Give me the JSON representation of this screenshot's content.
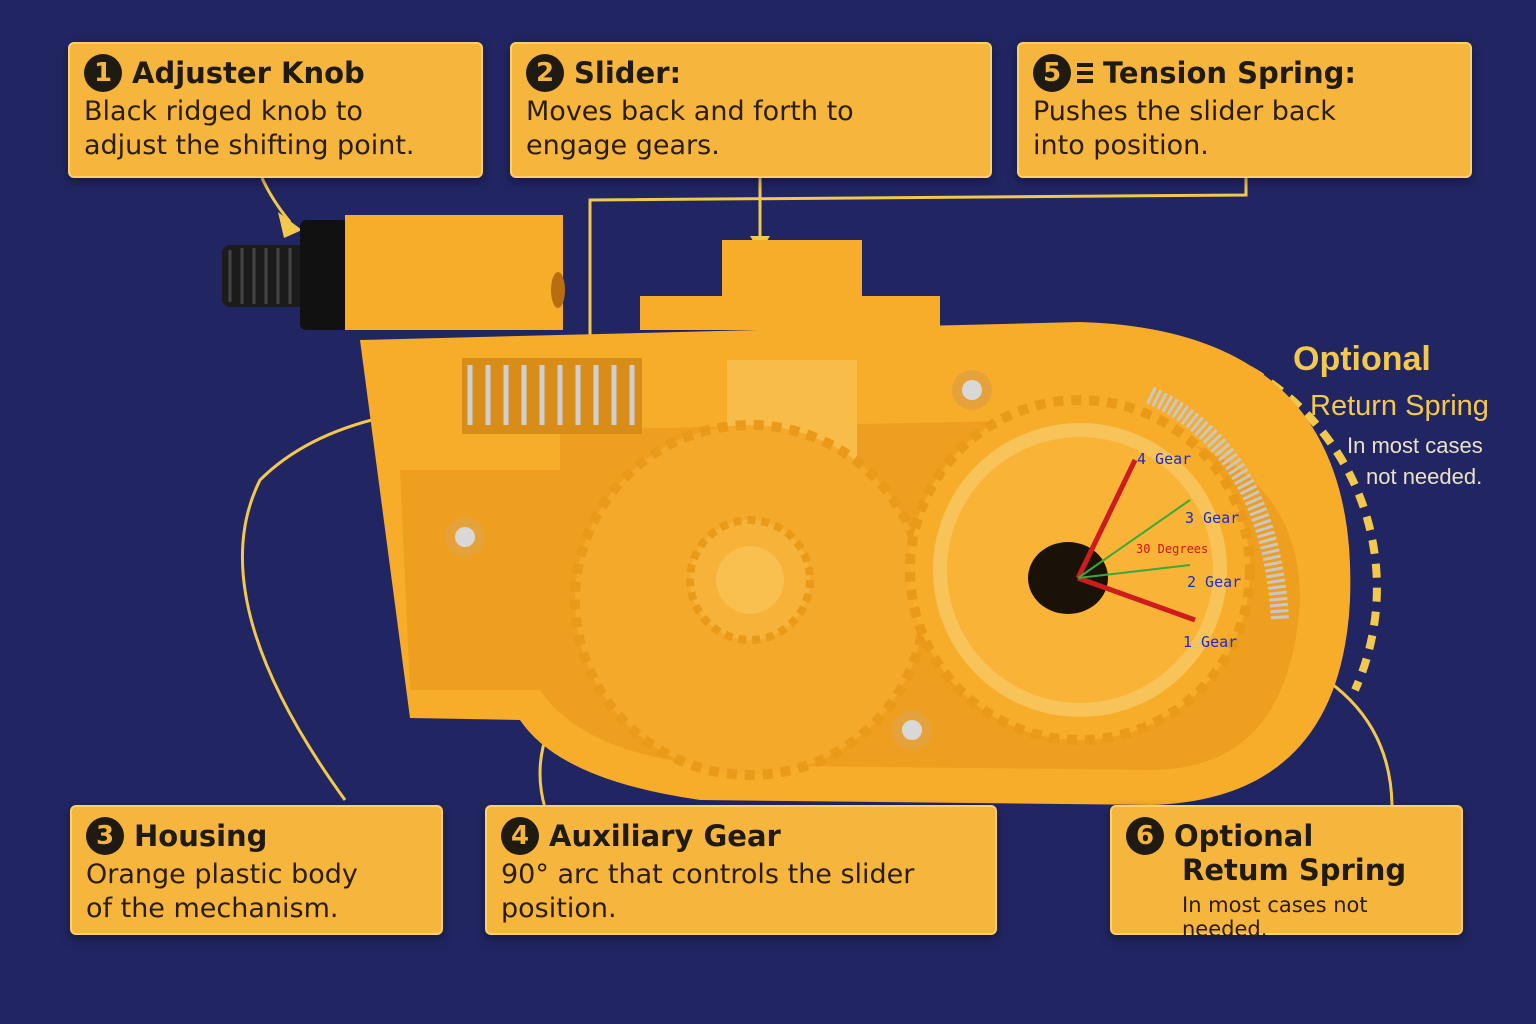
{
  "cards": {
    "knob": {
      "number": "1",
      "title": "Adjuster Knob",
      "desc1": "Black ridged knob to",
      "desc2": "adjust the shifting point."
    },
    "slider": {
      "number": "2",
      "title": "Slider:",
      "desc1": "Moves back and forth to",
      "desc2": "engage gears."
    },
    "tension": {
      "number": "5",
      "title": "Tension Spring:",
      "desc1": "Pushes the slider back",
      "desc2": "into position."
    },
    "housing": {
      "number": "3",
      "title": "Housing",
      "desc1": "Orange plastic body",
      "desc2": "of the mechanism."
    },
    "aux": {
      "number": "4",
      "title": "Auxiliary Gear",
      "desc1": "90° arc that controls the slider",
      "desc2": "position."
    },
    "return": {
      "number": "6",
      "title1": "Optional",
      "title2": "Retum Spring",
      "desc": "In most cases not needed."
    }
  },
  "side_note": {
    "title": "Optional",
    "subtitle": "Return Spring",
    "line1": "In most cases",
    "line2": "not needed."
  },
  "gear_labels": {
    "g4": "4 Gear",
    "g3": "3 Gear",
    "g2": "2 Gear",
    "g1": "1 Gear",
    "angle": "30 Degrees"
  },
  "colors": {
    "background": "#212562",
    "card": "#f6b53c",
    "housing": "#f7ad2a",
    "accent": "#f6c94a"
  }
}
